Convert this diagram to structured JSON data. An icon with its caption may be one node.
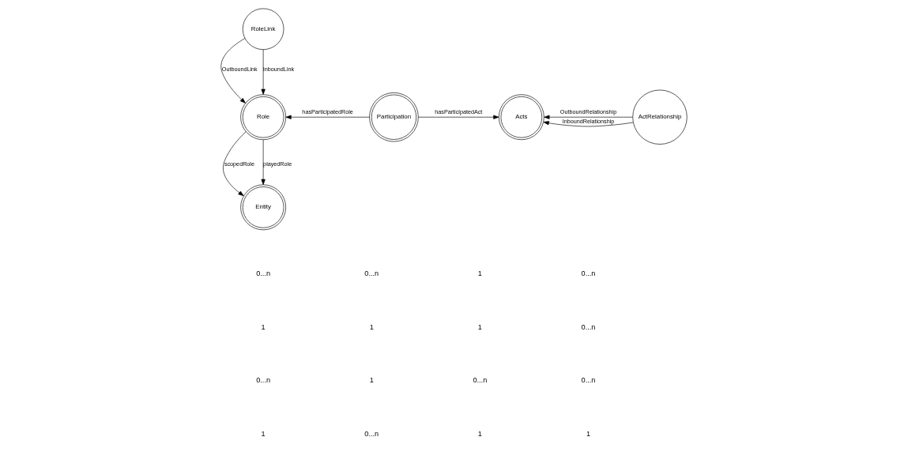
{
  "diagram": {
    "nodes": [
      {
        "text": [
          "RoleLink"
        ]
      },
      {
        "text": [
          "Role"
        ]
      },
      {
        "text": [
          "Participation"
        ]
      },
      {
        "text": [
          "Acts"
        ]
      },
      {
        "text": [
          "ActRelationship"
        ]
      },
      {
        "text": [
          "Entity"
        ]
      }
    ],
    "edges": [
      {
        "from": 0,
        "to": 1,
        "arrow": "to",
        "label": "OutboundLink"
      },
      {
        "from": 0,
        "to": 1,
        "arrow": "to",
        "label": "InboundLink"
      },
      {
        "from": 2,
        "to": 1,
        "arrow": "to",
        "label": "hasParticipatedRole"
      },
      {
        "from": 2,
        "to": 3,
        "arrow": "to",
        "label": "hasParticipatedAct"
      },
      {
        "from": 4,
        "to": 3,
        "arrow": "to",
        "label": "InboundRelationship"
      },
      {
        "from": 4,
        "to": 3,
        "arrow": "to",
        "label": "OutboundRelationship"
      },
      {
        "from": 1,
        "to": 5,
        "arrow": "to",
        "label": "scopedRole"
      },
      {
        "from": 1,
        "to": 5,
        "arrow": "to",
        "label": "playedRole"
      }
    ],
    "labels": [
      "0...n",
      "0...n",
      "1",
      "0...n",
      "1",
      "1",
      "1",
      "0...n",
      "0...n",
      "1",
      "0...n",
      "0...n",
      "1",
      "0...n",
      "1",
      "1"
    ]
  }
}
